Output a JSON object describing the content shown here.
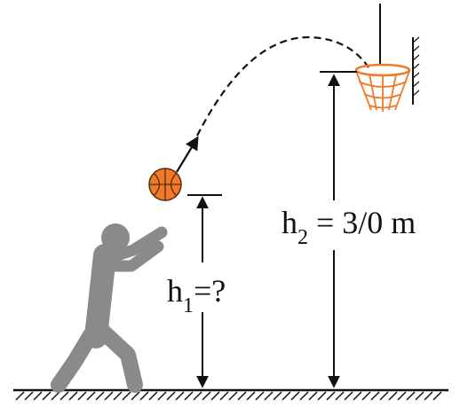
{
  "labels": {
    "h1": {
      "base": "h",
      "sub": "1",
      "rest": "=?"
    },
    "h2": {
      "base": "h",
      "sub": "2",
      "rest": " = 3/0 m"
    }
  },
  "colors": {
    "ink": "#111111",
    "person": "#8a8a8a",
    "ball": "#f07a2a",
    "ball_seams": "#5a2a0a",
    "hoop": "#f07a2a"
  },
  "icons": {
    "person": "player-silhouette-icon",
    "ball": "basketball-icon",
    "hoop": "basketball-hoop-icon",
    "ground": "hatched-ground-icon"
  }
}
